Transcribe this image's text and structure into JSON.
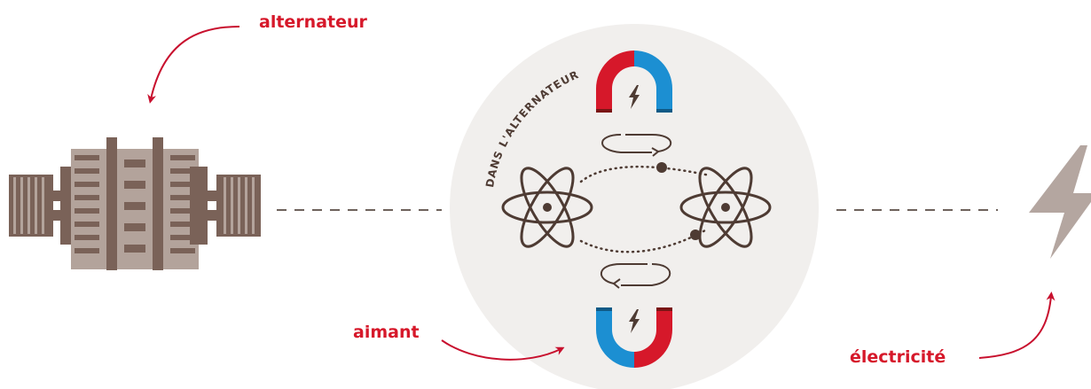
{
  "labels": {
    "alternator": "alternateur",
    "magnet": "aimant",
    "electricity": "électricité",
    "circle_caption": "DANS L'ALTERNATEUR"
  },
  "colors": {
    "label_red": "#d6182a",
    "arrow_red": "#c8102e",
    "magnet_red": "#d6182a",
    "magnet_blue": "#1c8fd2",
    "dark_brown": "#4e3b33",
    "machine_brown": "#7a6258",
    "machine_light": "#b3a39b",
    "circle_bg": "#f1efed",
    "bolt_gray": "#b4a6a0",
    "dash_gray": "#6e625c"
  },
  "icons": [
    "alternator-machine-icon",
    "horseshoe-magnet-icon",
    "atom-icon",
    "rotation-arrow-icon",
    "lightning-bolt-icon"
  ]
}
